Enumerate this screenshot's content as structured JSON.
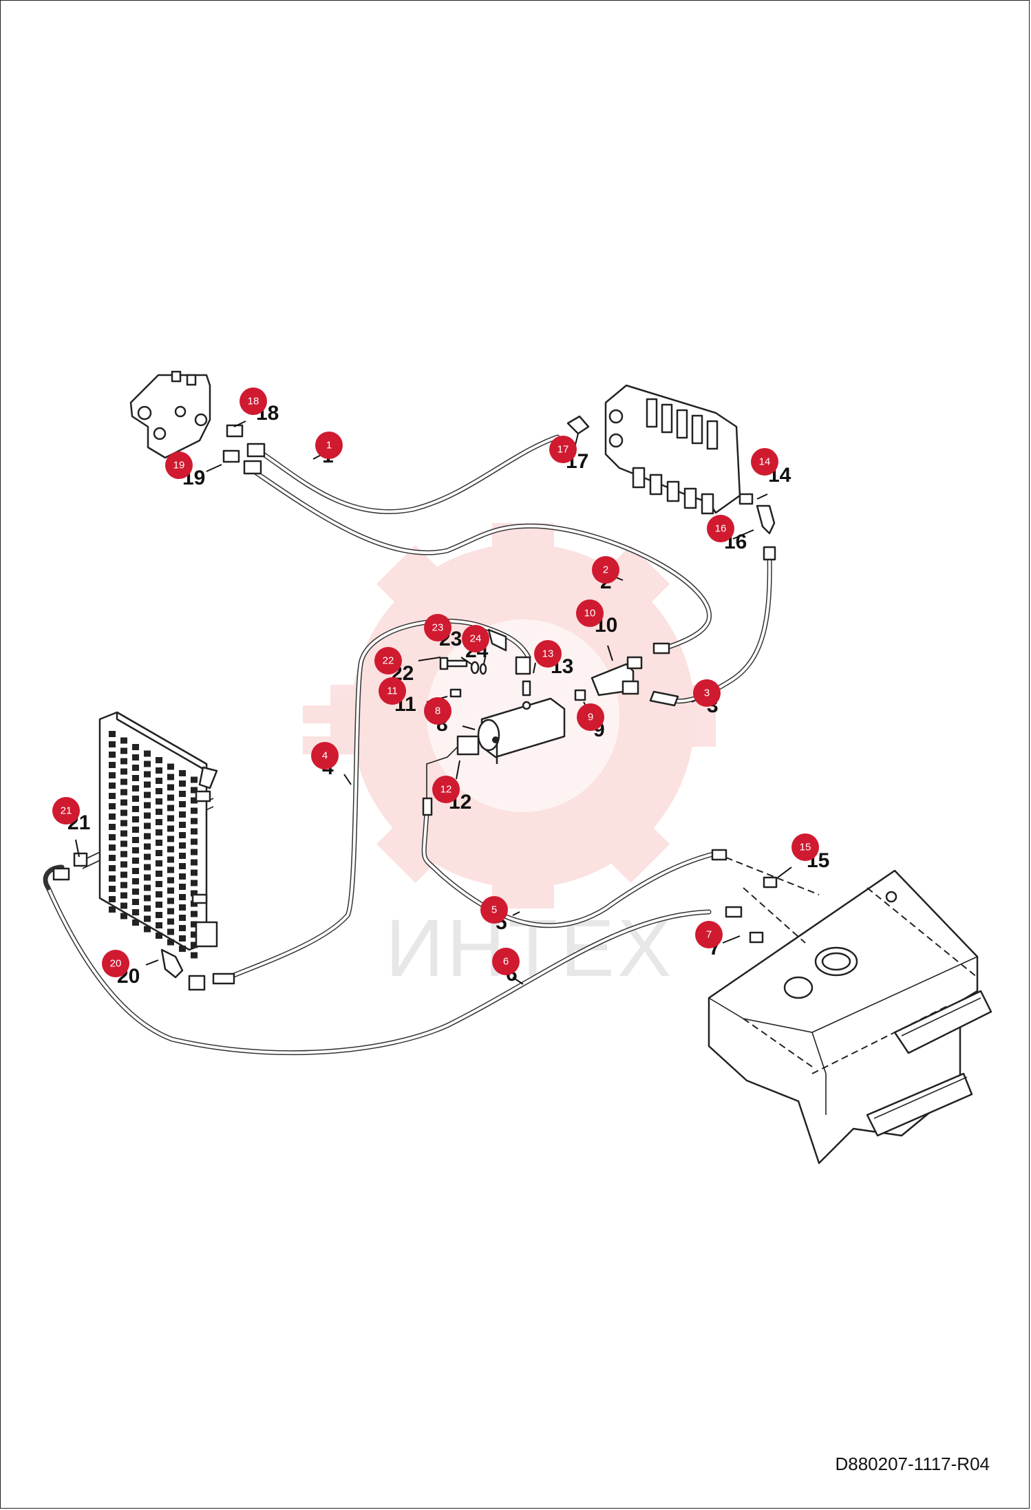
{
  "document": {
    "reference": "D880207-1117-R04"
  },
  "watermark": {
    "text": "ИНТЕХ",
    "color": "#e8302f"
  },
  "badge_color": "#d01a30",
  "callouts": [
    {
      "id": "1",
      "badge": "1",
      "label": "1"
    },
    {
      "id": "2",
      "badge": "2",
      "label": "2"
    },
    {
      "id": "3",
      "badge": "3",
      "label": "3"
    },
    {
      "id": "4",
      "badge": "4",
      "label": "4"
    },
    {
      "id": "5",
      "badge": "5",
      "label": "5"
    },
    {
      "id": "6",
      "badge": "6",
      "label": "6"
    },
    {
      "id": "7",
      "badge": "7",
      "label": "7"
    },
    {
      "id": "8",
      "badge": "8",
      "label": "8"
    },
    {
      "id": "9",
      "badge": "9",
      "label": "9"
    },
    {
      "id": "10",
      "badge": "10",
      "label": "10"
    },
    {
      "id": "11",
      "badge": "11",
      "label": "11"
    },
    {
      "id": "12",
      "badge": "12",
      "label": "12"
    },
    {
      "id": "13",
      "badge": "13",
      "label": "13"
    },
    {
      "id": "14",
      "badge": "14",
      "label": "14"
    },
    {
      "id": "15",
      "badge": "15",
      "label": "15"
    },
    {
      "id": "16",
      "badge": "16",
      "label": "16"
    },
    {
      "id": "17",
      "badge": "17",
      "label": "17"
    },
    {
      "id": "18",
      "badge": "18",
      "label": "18"
    },
    {
      "id": "19",
      "badge": "19",
      "label": "19"
    },
    {
      "id": "20",
      "badge": "20",
      "label": "20"
    },
    {
      "id": "21",
      "badge": "21",
      "label": "21"
    },
    {
      "id": "22",
      "badge": "22",
      "label": "22"
    },
    {
      "id": "23",
      "badge": "23",
      "label": "23"
    },
    {
      "id": "24",
      "badge": "24",
      "label": "24"
    }
  ]
}
